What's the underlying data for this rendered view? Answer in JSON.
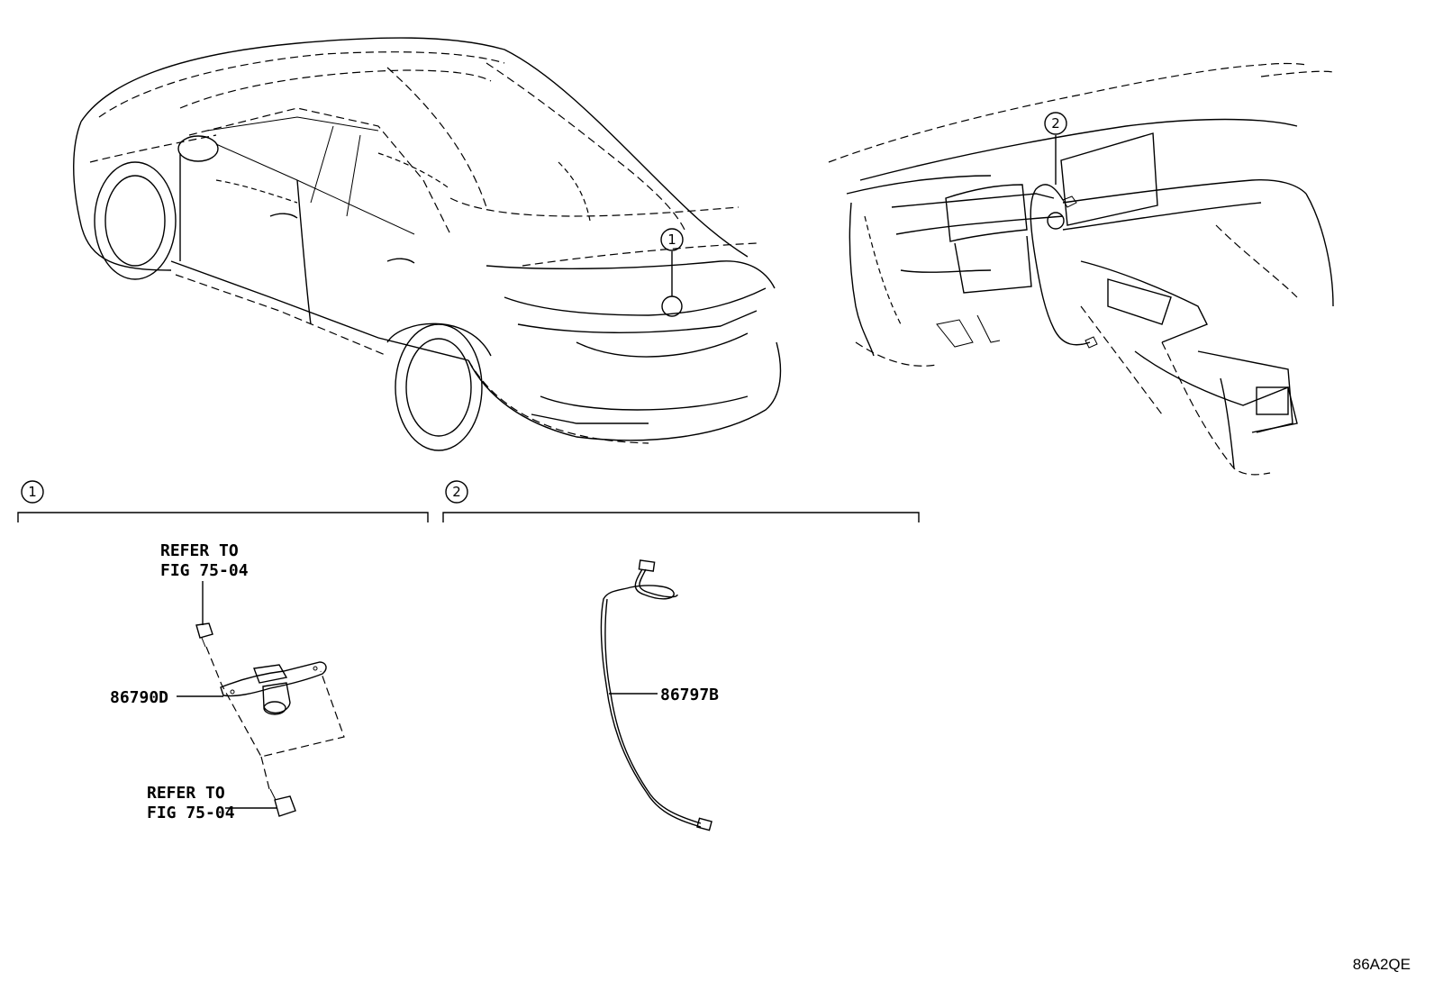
{
  "callouts": {
    "one": "1",
    "two": "2"
  },
  "section1": {
    "number": "1",
    "refer_top_line1": "REFER TO",
    "refer_top_line2": "FIG 75-04",
    "part_camera": "86790D",
    "refer_bottom_line1": "REFER TO",
    "refer_bottom_line2": "FIG 75-04"
  },
  "section2": {
    "number": "2",
    "part_cable": "86797B"
  },
  "diagram_code": "86A2QE"
}
